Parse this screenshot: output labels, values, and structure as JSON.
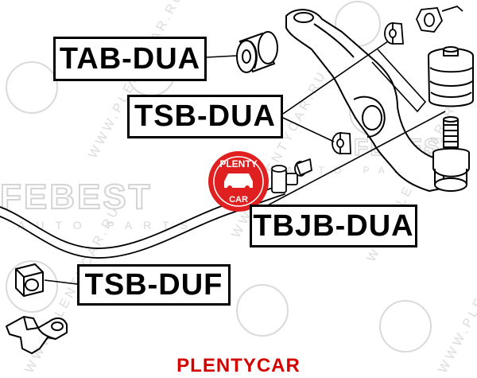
{
  "labels": {
    "tab_dua": "TAB-DUA",
    "tsb_dua": "TSB-DUA",
    "tbjb_dua": "TBJB-DUA",
    "tsb_duf": "TSB-DUF"
  },
  "badge": {
    "top": "PLENTY",
    "bottom": "CAR"
  },
  "watermark": {
    "brand": "FEBEST",
    "sub": "AUTO PARTS",
    "site": "WWW.PLENTYCAR.RU"
  },
  "footer": {
    "text": "PLENTYCAR"
  },
  "colors": {
    "label_border": "#000000",
    "footer_text": "#d40000",
    "badge": "#e02020",
    "watermark": "#dcdcdc"
  }
}
